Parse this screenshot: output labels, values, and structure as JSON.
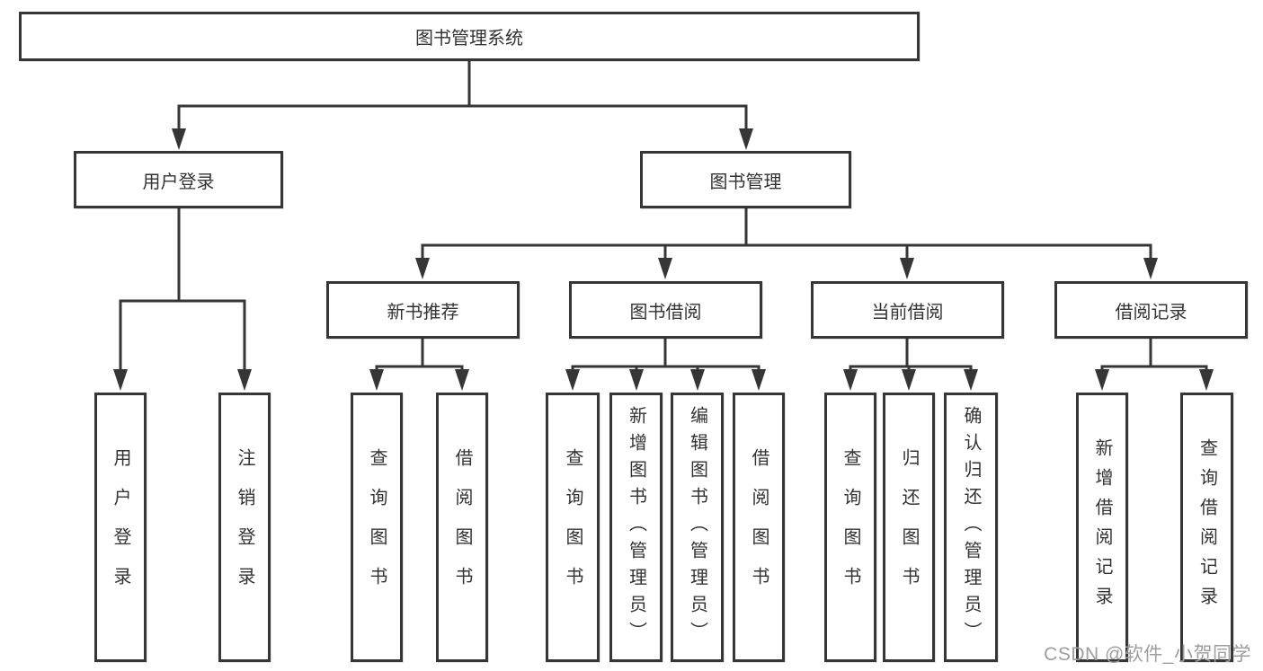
{
  "colors": {
    "line": "#363636",
    "text": "#333333",
    "watermark": "#9e9e9e"
  },
  "watermark": "CSDN @软件_小贺同学",
  "tree": {
    "root": {
      "label": "图书管理系统"
    },
    "level2": [
      {
        "label": "用户登录",
        "children": [
          {
            "label": "用户登录"
          },
          {
            "label": "注销登录"
          }
        ]
      },
      {
        "label": "图书管理",
        "sections": [
          {
            "label": "新书推荐",
            "children": [
              {
                "label": "查询图书"
              },
              {
                "label": "借阅图书"
              }
            ]
          },
          {
            "label": "图书借阅",
            "children": [
              {
                "label": "查询图书"
              },
              {
                "label": "新增图书（管理员）"
              },
              {
                "label": "编辑图书（管理员）"
              },
              {
                "label": "借阅图书"
              }
            ]
          },
          {
            "label": "当前借阅",
            "children": [
              {
                "label": "查询图书"
              },
              {
                "label": "归还图书"
              },
              {
                "label": "确认归还（管理员）"
              }
            ]
          },
          {
            "label": "借阅记录",
            "children": [
              {
                "label": "新增借阅记录"
              },
              {
                "label": "查询借阅记录"
              }
            ]
          }
        ]
      }
    ]
  }
}
